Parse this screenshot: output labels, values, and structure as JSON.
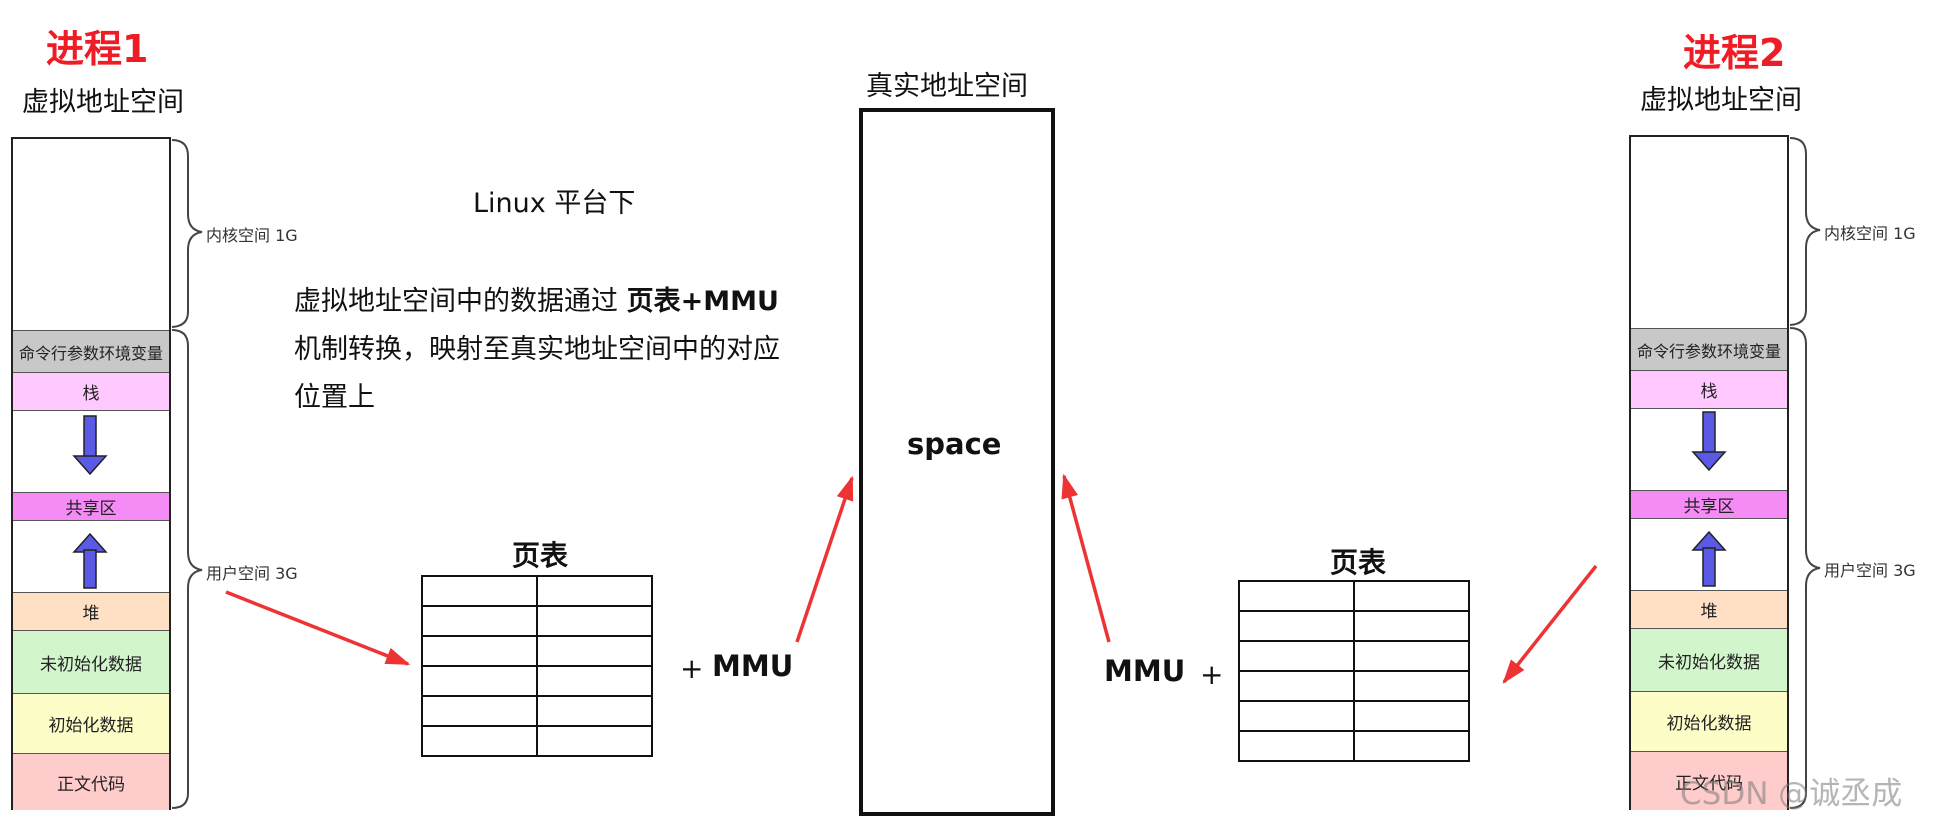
{
  "process1": {
    "title": "进程1",
    "space_title": "虚拟地址空间",
    "kernel_label": "内核空间 1G",
    "user_label": "用户空间 3G",
    "segments": {
      "env": "命令行参数环境变量",
      "stack": "栈",
      "shared": "共享区",
      "heap": "堆",
      "bss": "未初始化数据",
      "data": "初始化数据",
      "text": "正文代码"
    }
  },
  "process2": {
    "title": "进程2",
    "space_title": "虚拟地址空间",
    "kernel_label": "内核空间 1G",
    "user_label": "用户空间 3G",
    "segments": {
      "env": "命令行参数环境变量",
      "stack": "栈",
      "shared": "共享区",
      "heap": "堆",
      "bss": "未初始化数据",
      "data": "初始化数据",
      "text": "正文代码"
    }
  },
  "description": {
    "platform": "Linux 平台下",
    "line1_prefix": "虚拟地址空间中的数据通过 ",
    "line1_bold": "页表+MMU",
    "line2": "机制转换，映射至真实地址空间中的对应",
    "line3": "位置上"
  },
  "physical": {
    "title": "真实地址空间",
    "label": "space"
  },
  "page_table_left": {
    "title": "页表",
    "rows": 6,
    "cols": 2
  },
  "page_table_right": {
    "title": "页表",
    "rows": 6,
    "cols": 2
  },
  "mmu_left": {
    "plus": "+",
    "label": "MMU"
  },
  "mmu_right": {
    "label": "MMU",
    "plus": "+"
  },
  "watermark": "CSDN @诚丞成",
  "colors": {
    "process_title": "#ee1c25",
    "arrow": "#ee3333",
    "seg_env": "#c8c8c8",
    "seg_stack": "#ffc8ff",
    "seg_shared": "#f58cf5",
    "seg_heap": "#ffe0c4",
    "seg_bss": "#d2f5cc",
    "seg_data": "#fdfdc8",
    "seg_text": "#ffcccc",
    "blue_arrow": "#5a5ae6"
  }
}
